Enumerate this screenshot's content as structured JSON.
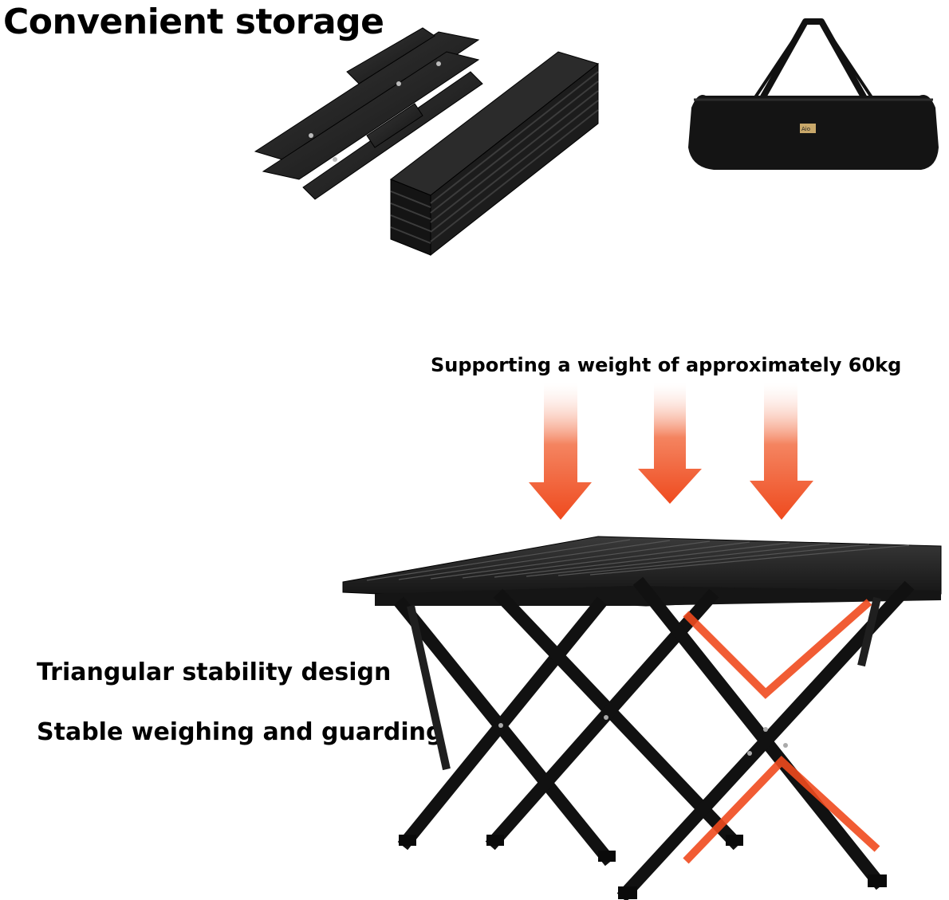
{
  "header": {
    "title": "Convenient storage"
  },
  "load": {
    "label": "Supporting a weight of approximately 60kg",
    "arrow_color": "#f04a1e"
  },
  "features": [
    {
      "label": "Triangular stability design"
    },
    {
      "label": "Stable weighing and guarding"
    }
  ],
  "bag": {
    "logo_text": "Aio"
  },
  "colors": {
    "accent": "#f04a1e",
    "product": "#1a1a1a",
    "background": "#ffffff"
  }
}
